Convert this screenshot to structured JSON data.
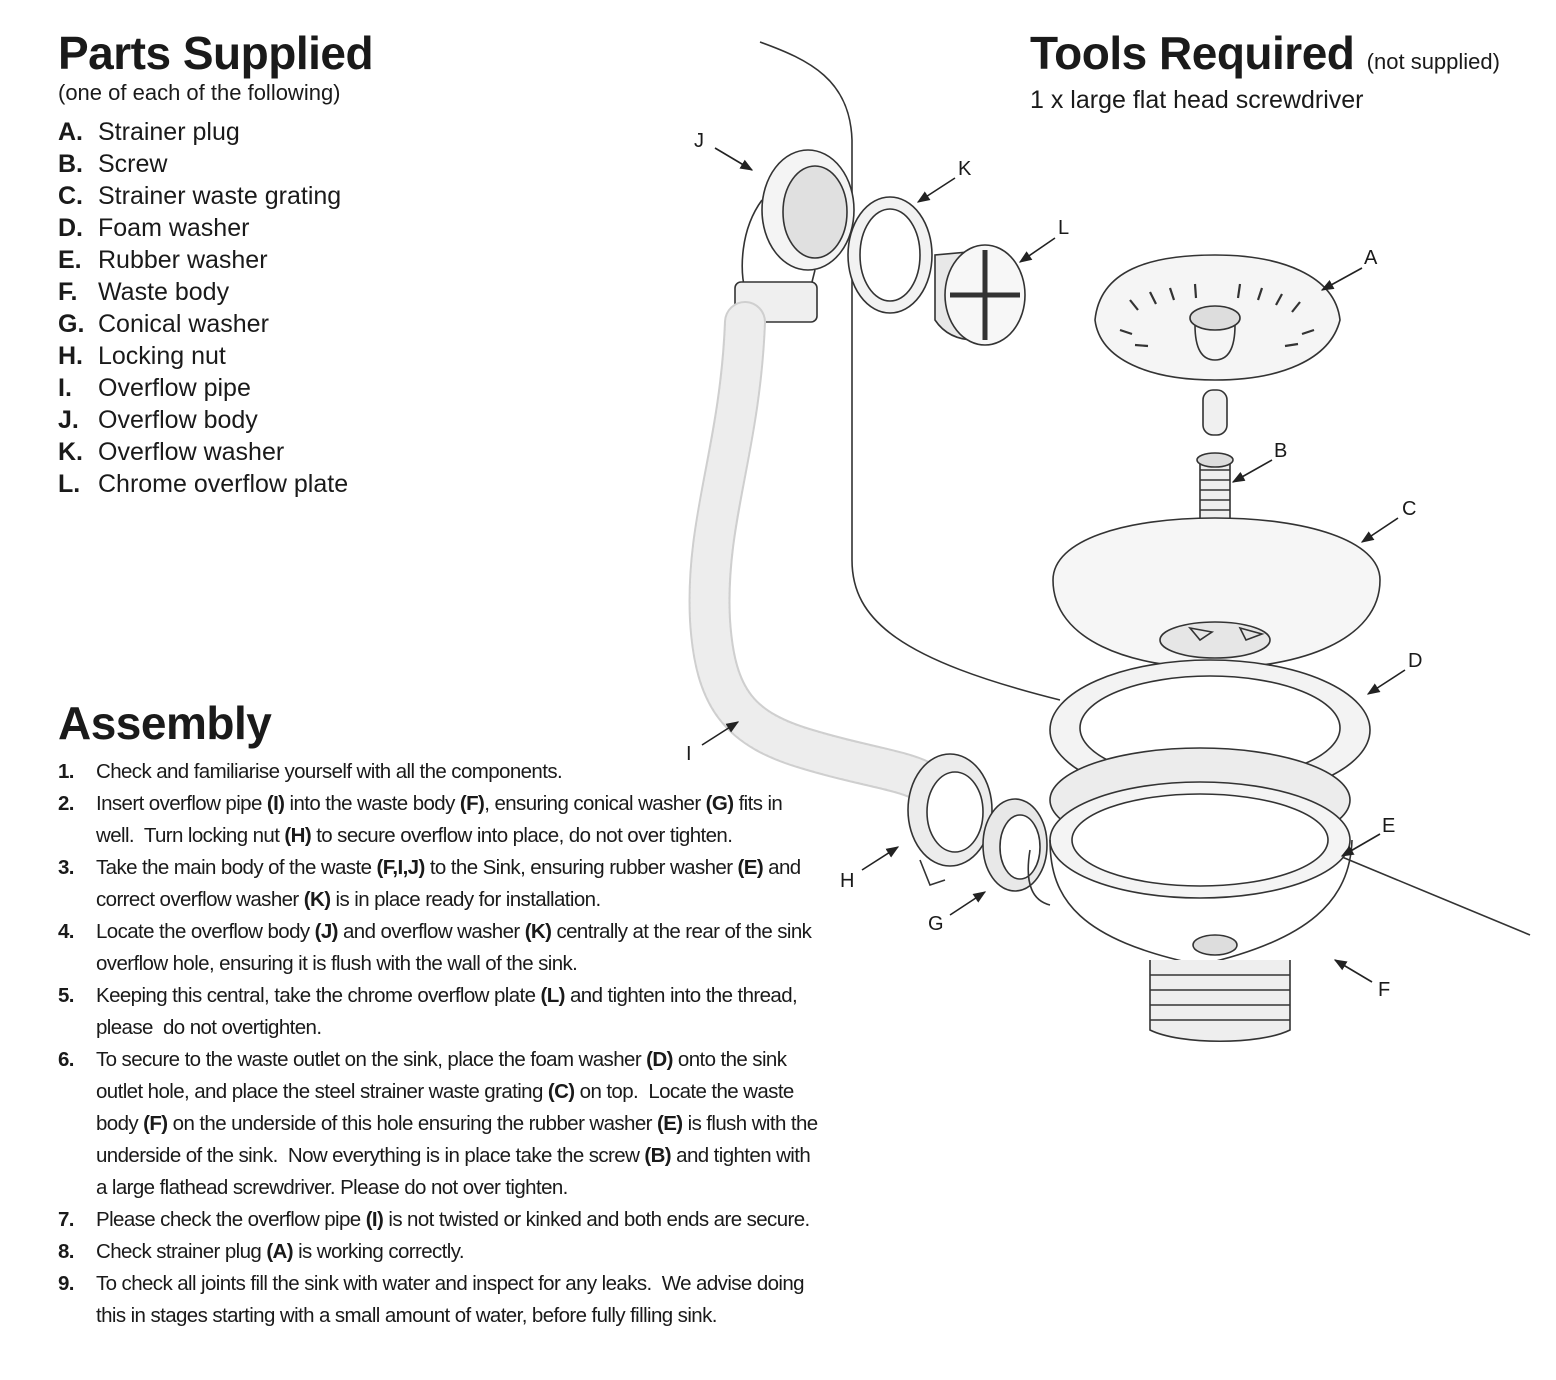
{
  "parts": {
    "title": "Parts Supplied",
    "subtitle": "(one of each of the following)",
    "items": [
      {
        "letter": "A.",
        "name": "Strainer plug"
      },
      {
        "letter": "B.",
        "name": "Screw"
      },
      {
        "letter": "C.",
        "name": "Strainer waste grating"
      },
      {
        "letter": "D.",
        "name": "Foam washer"
      },
      {
        "letter": "E.",
        "name": "Rubber washer"
      },
      {
        "letter": "F.",
        "name": "Waste body"
      },
      {
        "letter": "G.",
        "name": "Conical washer"
      },
      {
        "letter": "H.",
        "name": "Locking nut"
      },
      {
        "letter": "I.",
        "name": "Overflow pipe"
      },
      {
        "letter": "J.",
        "name": "Overflow body"
      },
      {
        "letter": "K.",
        "name": "Overflow washer"
      },
      {
        "letter": "L.",
        "name": "Chrome overflow plate"
      }
    ]
  },
  "tools": {
    "title": "Tools Required",
    "note": "(not supplied)",
    "item": "1 x large flat head screwdriver"
  },
  "assembly": {
    "title": "Assembly",
    "steps": [
      {
        "num": "1.",
        "html": "Check and familiarise yourself with all the components."
      },
      {
        "num": "2.",
        "html": "Insert overflow pipe <b>(I)</b> into the waste body <b>(F)</b>, ensuring conical washer <b>(G)</b> fits in well.&nbsp; Turn locking nut <b>(H)</b> to secure overflow into place, do not over tighten."
      },
      {
        "num": "3.",
        "html": "Take the main body of the waste <b>(F,I,J)</b> to the Sink, ensuring rubber washer <b>(E)</b> and correct overflow washer <b>(K)</b> is in place ready for installation."
      },
      {
        "num": "4.",
        "html": "Locate the overflow body <b>(J)</b> and overflow washer <b>(K)</b> centrally at the rear of the sink overflow hole, ensuring it is flush with the wall of the sink."
      },
      {
        "num": "5.",
        "html": "Keeping this central, take the chrome overflow plate <b>(L)</b> and tighten into the thread, please&nbsp; do not overtighten."
      },
      {
        "num": "6.",
        "html": "To secure to the waste outlet on the sink, place the foam washer <b>(D)</b> onto the sink outlet hole, and place the steel strainer waste grating <b>(C)</b> on top.&nbsp; Locate the waste body <b>(F)</b> on the underside of this hole ensuring the rubber washer <b>(E)</b> is flush with the underside of the sink.&nbsp; Now everything is in place take the screw <b>(B)</b> and tighten with a large flathead screwdriver. Please do not over tighten."
      },
      {
        "num": "7.",
        "html": "Please check the overflow pipe <b>(I)</b> is not twisted or kinked and both ends are secure."
      },
      {
        "num": "8.",
        "html": "Check strainer plug <b>(A)</b> is working correctly."
      },
      {
        "num": "9.",
        "html": "To check all joints fill the sink with water and inspect for any leaks.&nbsp; We advise doing this in stages starting with a small amount of water, before fully filling sink."
      }
    ]
  },
  "diagram": {
    "labels": [
      "J",
      "K",
      "L",
      "A",
      "B",
      "C",
      "D",
      "I",
      "E",
      "H",
      "G",
      "F"
    ],
    "line_color": "#333333"
  }
}
